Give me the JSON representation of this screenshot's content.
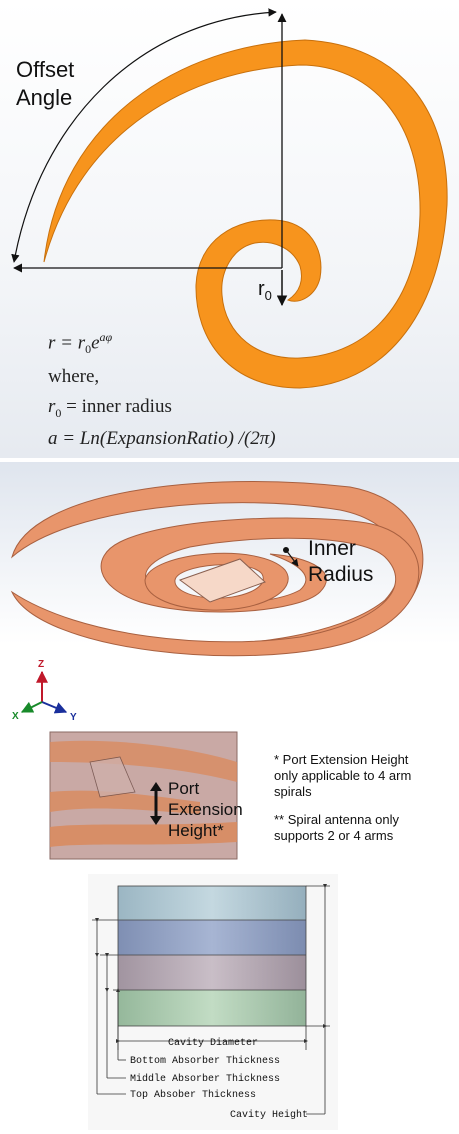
{
  "spiral_panel": {
    "offset_angle_label_line1": "Offset",
    "offset_angle_label_line2": "Angle",
    "r0_label": "r",
    "r0_sub": "0",
    "equation": {
      "formula_lhs": "r = r",
      "formula_sub": "0",
      "formula_e": "e",
      "formula_exp": "aφ",
      "where": "where,",
      "r0_def_lhs": "r",
      "r0_def_sub": "0",
      "r0_def_rhs": " = inner radius",
      "a_def": "a = Ln(ExpansionRatio) /(2π)"
    },
    "colors": {
      "arm": "#f7941d",
      "arm_edge": "#c8700c"
    }
  },
  "iso_panel": {
    "inner_radius_line1": "Inner",
    "inner_radius_line2": "Radius",
    "axes": {
      "z": "Z",
      "x": "X",
      "y": "Y"
    },
    "port_label_line1": "Port",
    "port_label_line2": "Extension",
    "port_label_line3": "Height*",
    "note1_line1": "* Port Extension Height",
    "note1_line2": "only applicable to 4 arm",
    "note1_line3": "spirals",
    "note2_line1": "** Spiral antenna only",
    "note2_line2": "supports 2 or 4 arms",
    "colors": {
      "arm": "#e8956b",
      "arm_edge": "#a86040",
      "port": "#f6d8c8"
    }
  },
  "cavity_panel": {
    "labels": {
      "cavity_diameter": "Cavity Diameter",
      "bottom_absorber": "Bottom Absorber Thickness",
      "middle_absorber": "Middle Absorber Thickness",
      "top_absorber": "Top Absober Thickness",
      "cavity_height": "Cavity Height"
    },
    "colors": {
      "top": "#a9c3cf",
      "middle": "#8f9fbf",
      "lower": "#b3a8b2",
      "bottom": "#a8c8ad"
    }
  }
}
